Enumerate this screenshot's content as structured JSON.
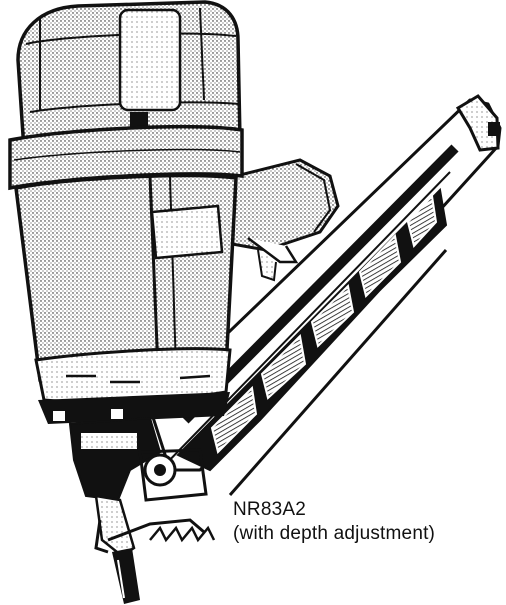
{
  "figure": {
    "subject": "framing-nailer-line-drawing",
    "model_label": "NR83A2",
    "model_note": "(with depth adjustment)"
  },
  "colors": {
    "ink": "#111111",
    "paper": "#ffffff",
    "shade": "#8a8a8a"
  }
}
